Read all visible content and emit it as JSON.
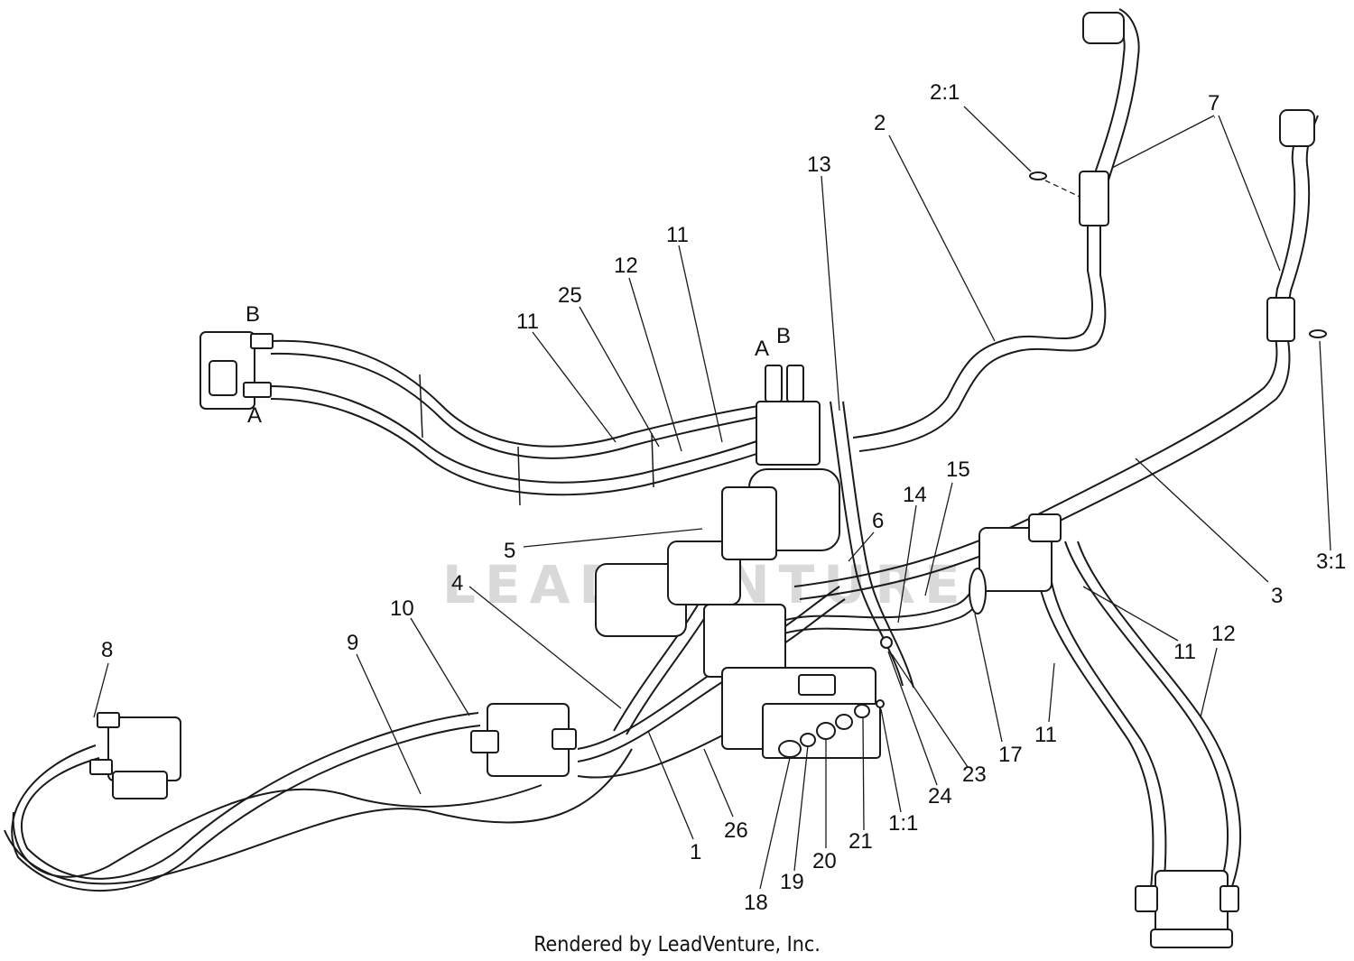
{
  "watermark": "LEADVENTURE",
  "footer": "Rendered by LeadVenture, Inc.",
  "callouts": [
    {
      "id": "c-2-1",
      "text": "2:1"
    },
    {
      "id": "c-7",
      "text": "7"
    },
    {
      "id": "c-2",
      "text": "2"
    },
    {
      "id": "c-13",
      "text": "13"
    },
    {
      "id": "c-11a",
      "text": "11"
    },
    {
      "id": "c-12a",
      "text": "12"
    },
    {
      "id": "c-25",
      "text": "25"
    },
    {
      "id": "c-11b",
      "text": "11"
    },
    {
      "id": "c-Ba",
      "text": "B"
    },
    {
      "id": "c-Aa",
      "text": "A"
    },
    {
      "id": "c-Ab",
      "text": "A"
    },
    {
      "id": "c-Bb",
      "text": "B"
    },
    {
      "id": "c-15",
      "text": "15"
    },
    {
      "id": "c-14",
      "text": "14"
    },
    {
      "id": "c-6",
      "text": "6"
    },
    {
      "id": "c-5",
      "text": "5"
    },
    {
      "id": "c-4",
      "text": "4"
    },
    {
      "id": "c-10",
      "text": "10"
    },
    {
      "id": "c-9",
      "text": "9"
    },
    {
      "id": "c-8",
      "text": "8"
    },
    {
      "id": "c-3-1",
      "text": "3:1"
    },
    {
      "id": "c-3",
      "text": "3"
    },
    {
      "id": "c-12b",
      "text": "12"
    },
    {
      "id": "c-11c",
      "text": "11"
    },
    {
      "id": "c-11d",
      "text": "11"
    },
    {
      "id": "c-17",
      "text": "17"
    },
    {
      "id": "c-23",
      "text": "23"
    },
    {
      "id": "c-24",
      "text": "24"
    },
    {
      "id": "c-1-1",
      "text": "1:1"
    },
    {
      "id": "c-21",
      "text": "21"
    },
    {
      "id": "c-20",
      "text": "20"
    },
    {
      "id": "c-19",
      "text": "19"
    },
    {
      "id": "c-18",
      "text": "18"
    },
    {
      "id": "c-26",
      "text": "26"
    },
    {
      "id": "c-1",
      "text": "1"
    }
  ]
}
